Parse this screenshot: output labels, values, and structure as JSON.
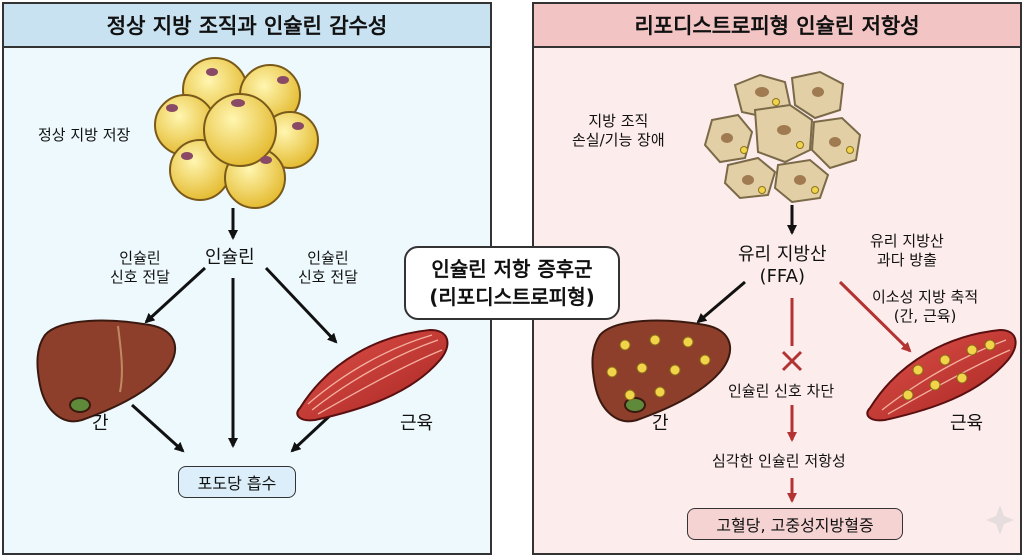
{
  "left": {
    "title": "정상 지방 조직과 인슐린 감수성",
    "storage_label": "정상 지방 저장",
    "insulin_label": "인슐린",
    "signal_left": [
      "인슐린",
      "신호 전달"
    ],
    "signal_right": [
      "인슐린",
      "신호 전달"
    ],
    "liver_label": "간",
    "muscle_label": "근육",
    "glucose_box": "포도당 흡수"
  },
  "center": {
    "line1": "인슐린 저항 증후군",
    "line2": "(리포디스트로피형)"
  },
  "right": {
    "title": "리포디스트로피형 인슐린 저항성",
    "tissue_loss": [
      "지방 조직",
      "손실/기능 장애"
    ],
    "ffa": [
      "유리 지방산",
      "(FFA)"
    ],
    "ffa_release": [
      "유리 지방산",
      "과다 방출"
    ],
    "ectopic": [
      "이소성 지방 축적",
      "(간, 근육)"
    ],
    "signal_block": "인슐린 신호 차단",
    "severe": "심각한 인슐린 저항성",
    "liver_label": "간",
    "muscle_label": "근육",
    "outcome_box": "고혈당, 고중성지방혈증"
  }
}
